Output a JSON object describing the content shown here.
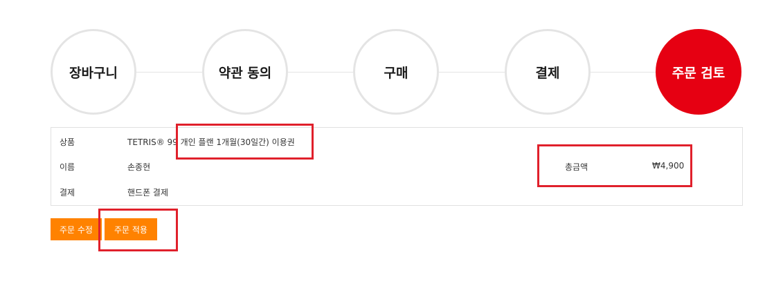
{
  "steps": [
    {
      "label": "장바구니",
      "active": false
    },
    {
      "label": "약관 동의",
      "active": false
    },
    {
      "label": "구매",
      "active": false
    },
    {
      "label": "결제",
      "active": false
    },
    {
      "label": "주문 검토",
      "active": true
    }
  ],
  "summary": {
    "product_label": "상품",
    "product_value": "TETRIS® 99 개인 플랜 1개월(30일간) 이용권",
    "name_label": "이름",
    "name_value": "손종현",
    "payment_label": "결제",
    "payment_value": "핸드폰 결제",
    "total_label": "총금액",
    "total_value": "₩4,900"
  },
  "buttons": {
    "edit_label": "주문 수정",
    "apply_label": "주문 적용"
  },
  "colors": {
    "active_step": "#e60012",
    "button": "#ff8200",
    "highlight": "#e0202b"
  }
}
